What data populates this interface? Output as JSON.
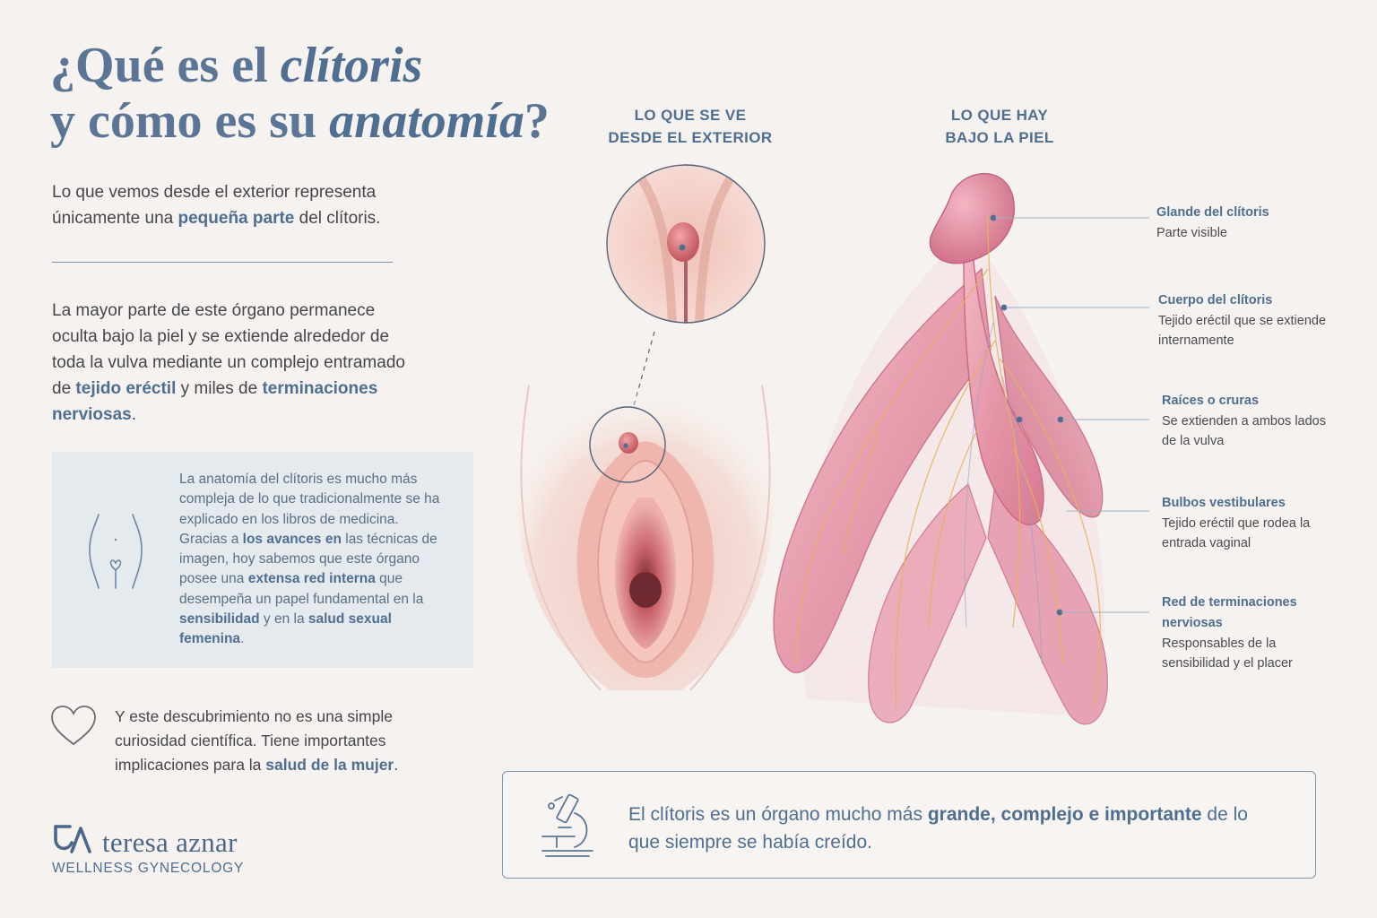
{
  "title": {
    "line1_pre": "¿Qué es el ",
    "line1_em": "clítoris",
    "line2_pre": "y cómo es su ",
    "line2_em": "anatomía",
    "line2_post": "?"
  },
  "intro": {
    "pre": "Lo que vemos desde el exterior representa únicamente una ",
    "highlight": "pequeña parte",
    "post": " del clítoris."
  },
  "main_text": {
    "pre": "La mayor parte de este órgano permanece oculta bajo la piel y se extiende alrededor de toda la vulva mediante un complejo entramado de ",
    "hl1": "tejido eréctil",
    "mid": " y miles de ",
    "hl2": "terminaciones nerviosas",
    "post": "."
  },
  "info_box": {
    "t1": "La anatomía del clítoris es mucho más compleja de lo que tradicionalmente se ha explicado en los libros de medicina. Gracias a ",
    "h1": "los avances en",
    "t2": " las técnicas de imagen, hoy sabemos que este órgano posee una ",
    "h2": "extensa red interna",
    "t3": " que desempeña un papel fundamental en la ",
    "h3": "sensibilidad",
    "t4": " y en la ",
    "h4": "salud sexual femenina",
    "t5": "."
  },
  "closing": {
    "pre": "Y este descubrimiento no es una simple curiosidad científica. Tiene importantes implicaciones para la ",
    "highlight": "salud de la mujer",
    "post": "."
  },
  "logo": {
    "name": "teresa aznar",
    "subtitle": "WELLNESS GYNECOLOGY"
  },
  "headers": {
    "exterior_line1": "LO QUE SE VE",
    "exterior_line2": "DESDE EL EXTERIOR",
    "interior_line1": "LO QUE HAY",
    "interior_line2": "BAJO LA PIEL"
  },
  "labels": {
    "glande": {
      "title": "Glande del clítoris",
      "desc": "Parte visible"
    },
    "cuerpo": {
      "title": "Cuerpo del clítoris",
      "desc": "Tejido eréctil que se extiende internamente"
    },
    "raices": {
      "title": "Raíces o cruras",
      "desc": "Se extienden a ambos lados de la vulva"
    },
    "bulbos": {
      "title": "Bulbos vestibulares",
      "desc": "Tejido eréctil que rodea la entrada vaginal"
    },
    "red": {
      "title": "Red de terminaciones nerviosas",
      "desc": "Responsables de la sensibilidad y el placer"
    }
  },
  "callout": {
    "pre": "El clítoris es un órgano mucho más ",
    "highlight": "grande, complejo e importante",
    "post": " de lo que siempre se había creído."
  },
  "colors": {
    "accent": "#4f6f92",
    "background": "#f6f2ef",
    "info_box_bg": "#e5eaee",
    "tissue_pink": "#e59aac"
  },
  "icons": [
    "body-silhouette-icon",
    "heart-icon",
    "logo-mark-icon",
    "microscope-icon"
  ]
}
